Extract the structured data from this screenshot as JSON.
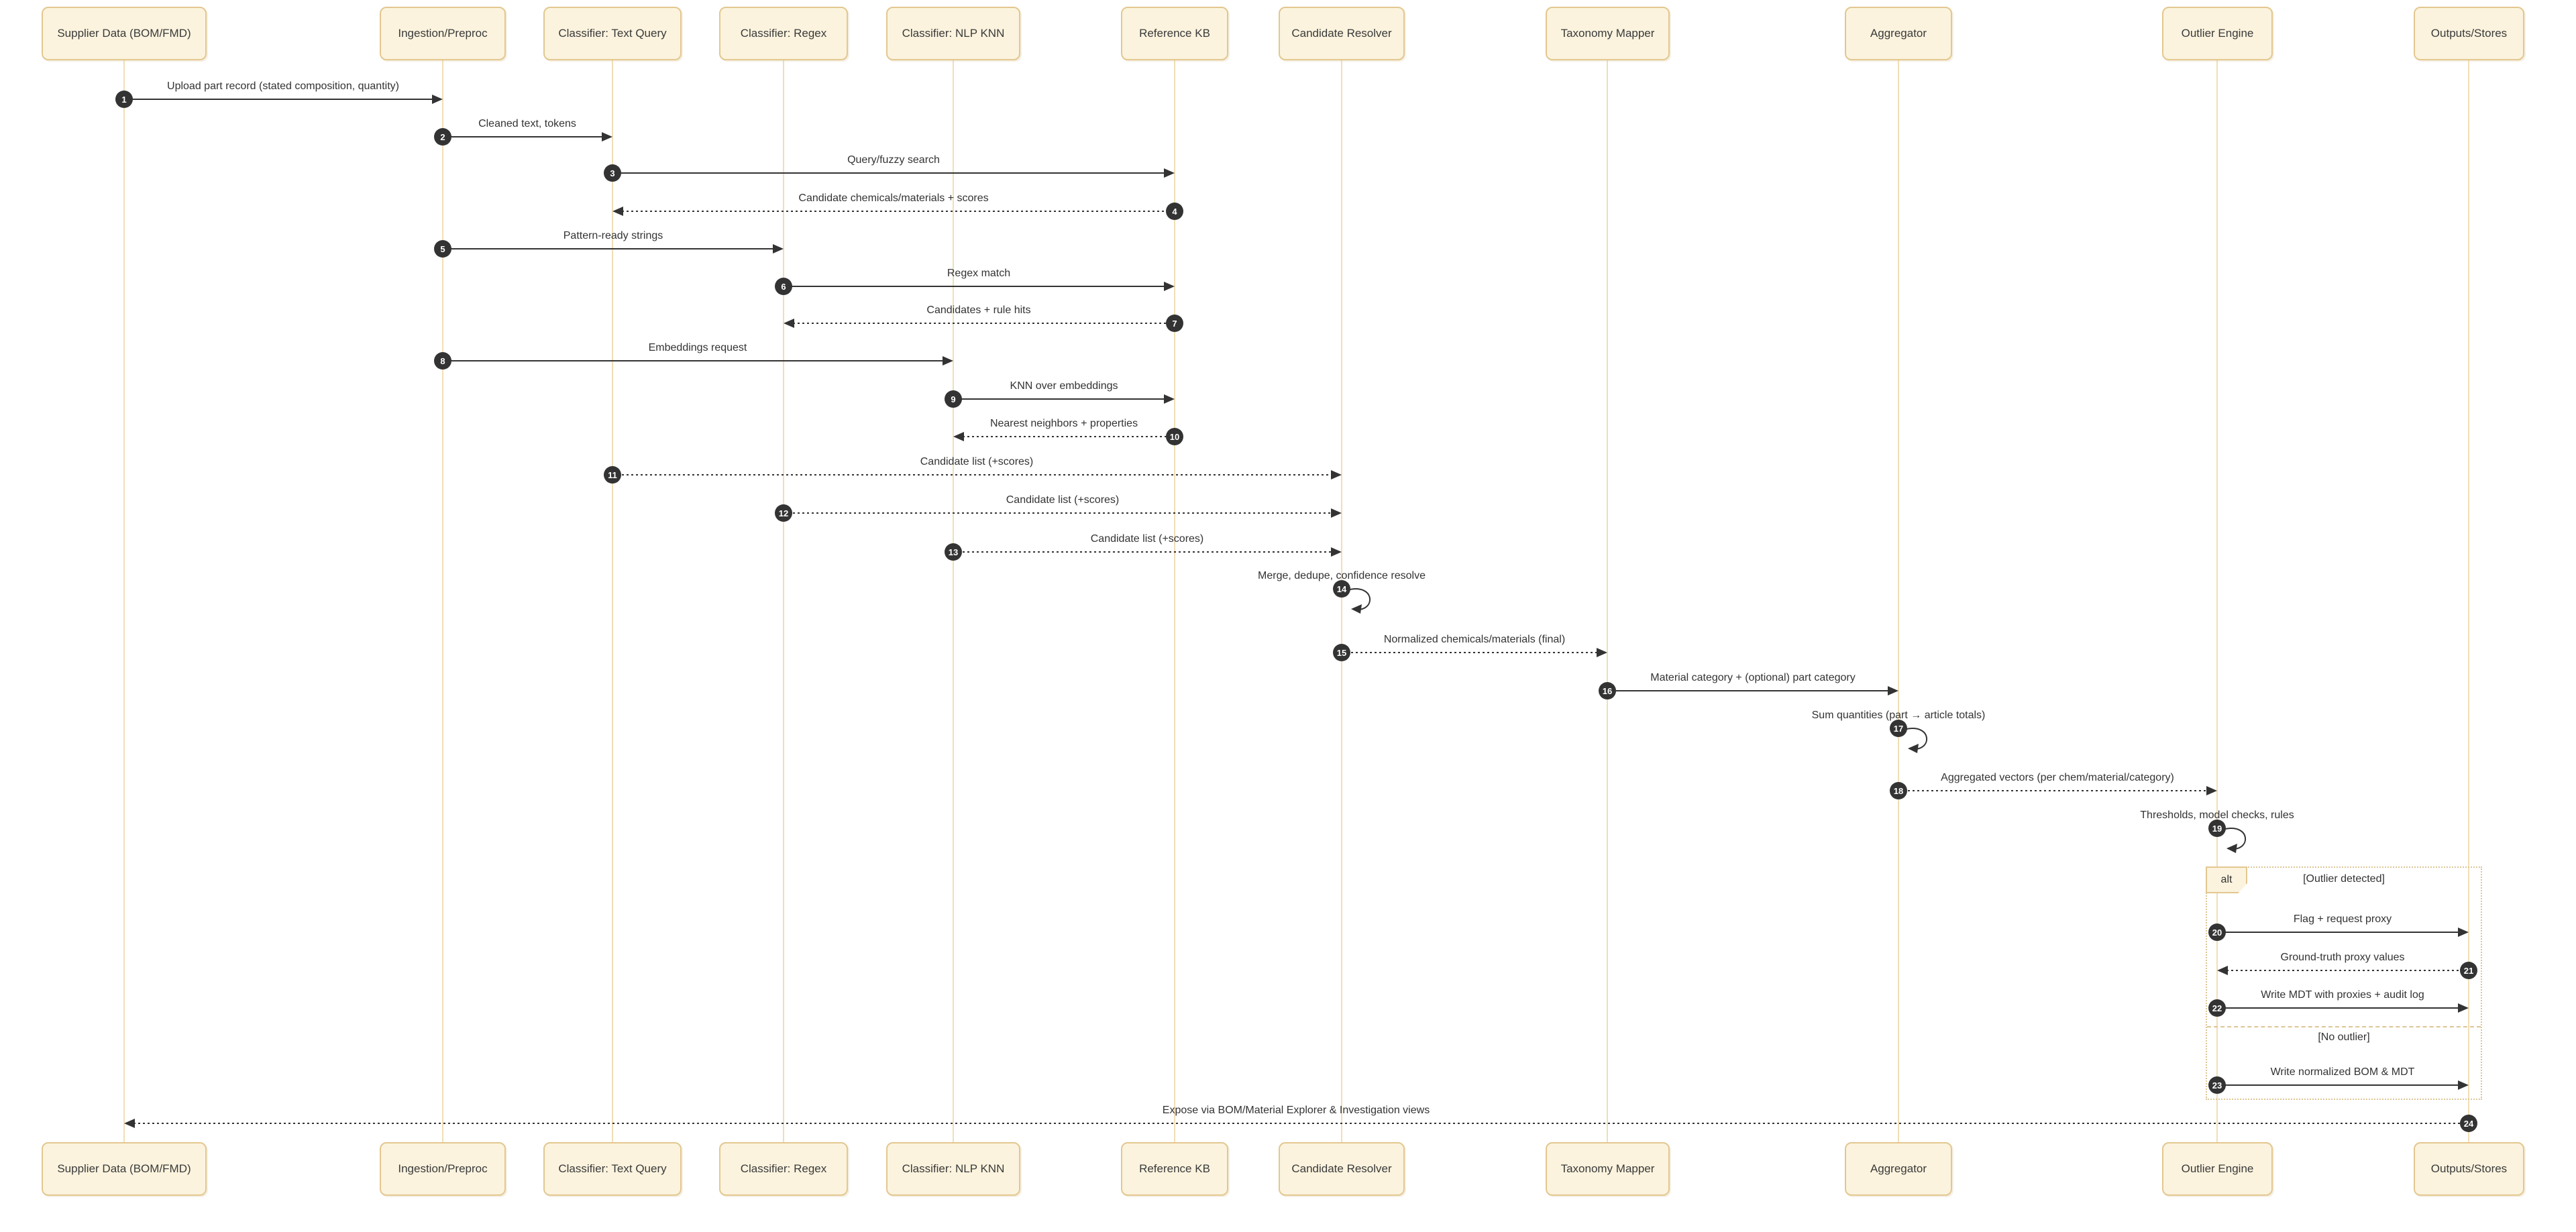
{
  "diagram_type": "sequence-diagram",
  "colors": {
    "background": "#ffffff",
    "actor_fill": "#fbf3de",
    "actor_border": "#e3c78f",
    "lifeline": "#f0dfb6",
    "message_line": "#333333",
    "number_badge_bg": "#333333",
    "number_badge_text": "#ffffff",
    "frame_border": "#dcc694",
    "text": "#333333"
  },
  "actors": [
    {
      "label": "Supplier Data (BOM/FMD)"
    },
    {
      "label": "Ingestion/Preproc"
    },
    {
      "label": "Classifier: Text Query"
    },
    {
      "label": "Classifier: Regex"
    },
    {
      "label": "Classifier: NLP KNN"
    },
    {
      "label": "Reference KB"
    },
    {
      "label": "Candidate Resolver"
    },
    {
      "label": "Taxonomy Mapper"
    },
    {
      "label": "Aggregator"
    },
    {
      "label": "Outlier Engine"
    },
    {
      "label": "Outputs/Stores"
    }
  ],
  "messages": [
    {
      "num": "1",
      "from": "Supplier Data (BOM/FMD)",
      "to": "Ingestion/Preproc",
      "label": "Upload part record (stated composition, quantity)",
      "line": "solid"
    },
    {
      "num": "2",
      "from": "Ingestion/Preproc",
      "to": "Classifier: Text Query",
      "label": "Cleaned text, tokens",
      "line": "solid"
    },
    {
      "num": "3",
      "from": "Classifier: Text Query",
      "to": "Reference KB",
      "label": "Query/fuzzy search",
      "line": "solid"
    },
    {
      "num": "4",
      "from": "Reference KB",
      "to": "Classifier: Text Query",
      "label": "Candidate chemicals/materials + scores",
      "line": "dashed"
    },
    {
      "num": "5",
      "from": "Ingestion/Preproc",
      "to": "Classifier: Regex",
      "label": "Pattern-ready strings",
      "line": "solid"
    },
    {
      "num": "6",
      "from": "Classifier: Regex",
      "to": "Reference KB",
      "label": "Regex match",
      "line": "solid"
    },
    {
      "num": "7",
      "from": "Reference KB",
      "to": "Classifier: Regex",
      "label": "Candidates + rule hits",
      "line": "dashed"
    },
    {
      "num": "8",
      "from": "Ingestion/Preproc",
      "to": "Classifier: NLP KNN",
      "label": "Embeddings request",
      "line": "solid"
    },
    {
      "num": "9",
      "from": "Classifier: NLP KNN",
      "to": "Reference KB",
      "label": "KNN over embeddings",
      "line": "solid"
    },
    {
      "num": "10",
      "from": "Reference KB",
      "to": "Classifier: NLP KNN",
      "label": "Nearest neighbors + properties",
      "line": "dashed"
    },
    {
      "num": "11",
      "from": "Classifier: Text Query",
      "to": "Candidate Resolver",
      "label": "Candidate list (+scores)",
      "line": "dashed"
    },
    {
      "num": "12",
      "from": "Classifier: Regex",
      "to": "Candidate Resolver",
      "label": "Candidate list (+scores)",
      "line": "dashed"
    },
    {
      "num": "13",
      "from": "Classifier: NLP KNN",
      "to": "Candidate Resolver",
      "label": "Candidate list (+scores)",
      "line": "dashed"
    },
    {
      "num": "14",
      "from": "Candidate Resolver",
      "to": "Candidate Resolver",
      "label": "Merge, dedupe, confidence resolve",
      "line": "self"
    },
    {
      "num": "15",
      "from": "Candidate Resolver",
      "to": "Taxonomy Mapper",
      "label": "Normalized chemicals/materials (final)",
      "line": "dashed"
    },
    {
      "num": "16",
      "from": "Taxonomy Mapper",
      "to": "Aggregator",
      "label": "Material category + (optional) part category",
      "line": "solid"
    },
    {
      "num": "17",
      "from": "Aggregator",
      "to": "Aggregator",
      "label": "Sum quantities (part → article totals)",
      "line": "self"
    },
    {
      "num": "18",
      "from": "Aggregator",
      "to": "Outlier Engine",
      "label": "Aggregated vectors (per chem/material/category)",
      "line": "dashed"
    },
    {
      "num": "19",
      "from": "Outlier Engine",
      "to": "Outlier Engine",
      "label": "Thresholds, model checks, rules",
      "line": "self"
    },
    {
      "num": "20",
      "from": "Outlier Engine",
      "to": "Outputs/Stores",
      "label": "Flag + request proxy",
      "line": "solid"
    },
    {
      "num": "21",
      "from": "Outputs/Stores",
      "to": "Outlier Engine",
      "label": "Ground-truth proxy values",
      "line": "dashed"
    },
    {
      "num": "22",
      "from": "Outlier Engine",
      "to": "Outputs/Stores",
      "label": "Write MDT with proxies + audit log",
      "line": "solid"
    },
    {
      "num": "23",
      "from": "Outlier Engine",
      "to": "Outputs/Stores",
      "label": "Write normalized BOM & MDT",
      "line": "solid"
    },
    {
      "num": "24",
      "from": "Outputs/Stores",
      "to": "Supplier Data (BOM/FMD)",
      "label": "Expose via BOM/Material Explorer & Investigation views",
      "line": "dashed"
    }
  ],
  "alt": {
    "label": "alt",
    "condition_outlier": "[Outlier detected]",
    "condition_no_outlier": "[No outlier]"
  }
}
